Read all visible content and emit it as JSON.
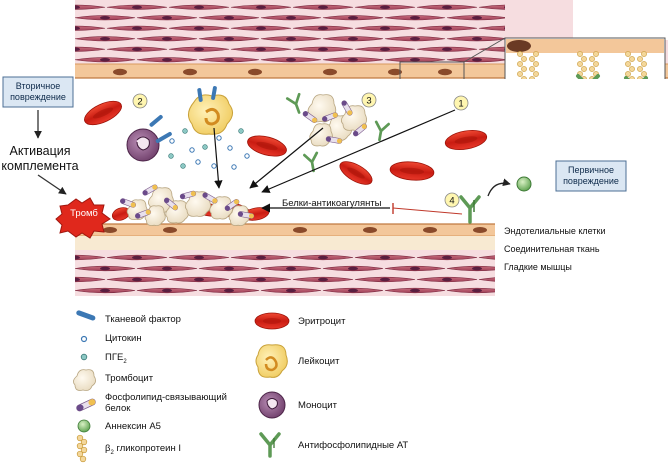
{
  "labels": {
    "secondary_damage": [
      "Вторичное",
      "повреждение"
    ],
    "complement": [
      "Активация",
      "комплемента"
    ],
    "thrombus": "Тромб",
    "anticoagulant": "Белки-антикоагулянты",
    "primary_damage": [
      "Первичное",
      "повреждение"
    ],
    "numbers": [
      "1",
      "2",
      "3",
      "4"
    ]
  },
  "tissue_layers": {
    "endothelial": "Эндотелиальные клетки",
    "connective": "Соединительная ткань",
    "smooth_muscle": "Гладкие мышцы"
  },
  "legend": {
    "tissue_factor": "Тканевой фактор",
    "cytokine": "Цитокин",
    "pge2": "ПГЕ",
    "pge2_sub": "2",
    "platelet": "Тромбоцит",
    "phospholipid_protein": [
      "Фосфолипид-связывающий",
      "белок"
    ],
    "annexin": "Аннексин А5",
    "beta2": "β",
    "beta2_sub": "2",
    "beta2_rest": " гликопротеин I",
    "erythrocyte": "Эритроцит",
    "leukocyte": "Лейкоцит",
    "monocyte": "Моноцит",
    "antibody": "Антифосфолипидные АТ"
  },
  "colors": {
    "muscle": "#b8566a",
    "muscle_dark": "#8e3248",
    "endothelium": "#f3c79a",
    "erythrocyte": "#d8281c",
    "platelet": "#f6ecd6",
    "leukocyte": "#f5d77a",
    "monocyte": "#7a4a78",
    "antibody": "#5e9a56",
    "tissue_factor": "#3c78b4",
    "box_fill": "#dbe7f3",
    "box_border": "#4d6f95"
  }
}
